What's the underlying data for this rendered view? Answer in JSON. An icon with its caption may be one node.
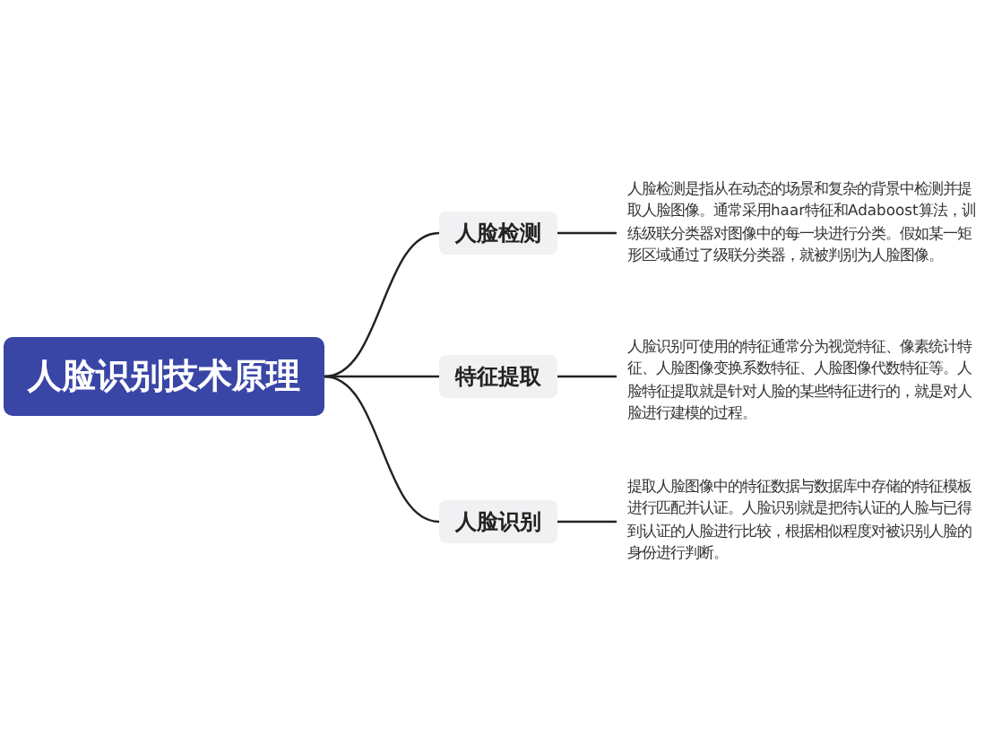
{
  "diagram": {
    "nodes": [
      {
        "text": [
          "人脸识别技术原理"
        ]
      },
      {
        "text": [
          "人脸检测"
        ]
      },
      {
        "text": [
          "特征提取"
        ]
      },
      {
        "text": [
          "人脸识别"
        ]
      },
      {
        "text": [
          "人脸检测是指从在动态的场景和复杂的背景中检测并提取人脸图像。通常采用haar特征和Adaboost算法，训练级联分类器对图像中的每一块进行分类。假如某一矩形区域通过了级联分类器，就被判别为人脸图像。"
        ]
      },
      {
        "text": [
          "人脸识别可使用的特征通常分为视觉特征、像素统计特征、人脸图像变换系数特征、人脸图像代数特征等。人脸特征提取就是针对人脸的某些特征进行的，就是对人脸进行建模的过程。"
        ]
      },
      {
        "text": [
          "提取人脸图像中的特征数据与数据库中存储的特征模板进行匹配并认证。人脸识别就是把待认证的人脸与已得到认证的人脸进行比较，根据相似程度对被识别人脸的身份进行判断。"
        ]
      }
    ],
    "edges": [
      {
        "from": 0,
        "to": 1,
        "arrow": "none"
      },
      {
        "from": 0,
        "to": 2,
        "arrow": "none"
      },
      {
        "from": 0,
        "to": 3,
        "arrow": "none"
      },
      {
        "from": 1,
        "to": 4,
        "arrow": "none"
      },
      {
        "from": 2,
        "to": 5,
        "arrow": "none"
      },
      {
        "from": 3,
        "to": 6,
        "arrow": "none"
      }
    ]
  }
}
